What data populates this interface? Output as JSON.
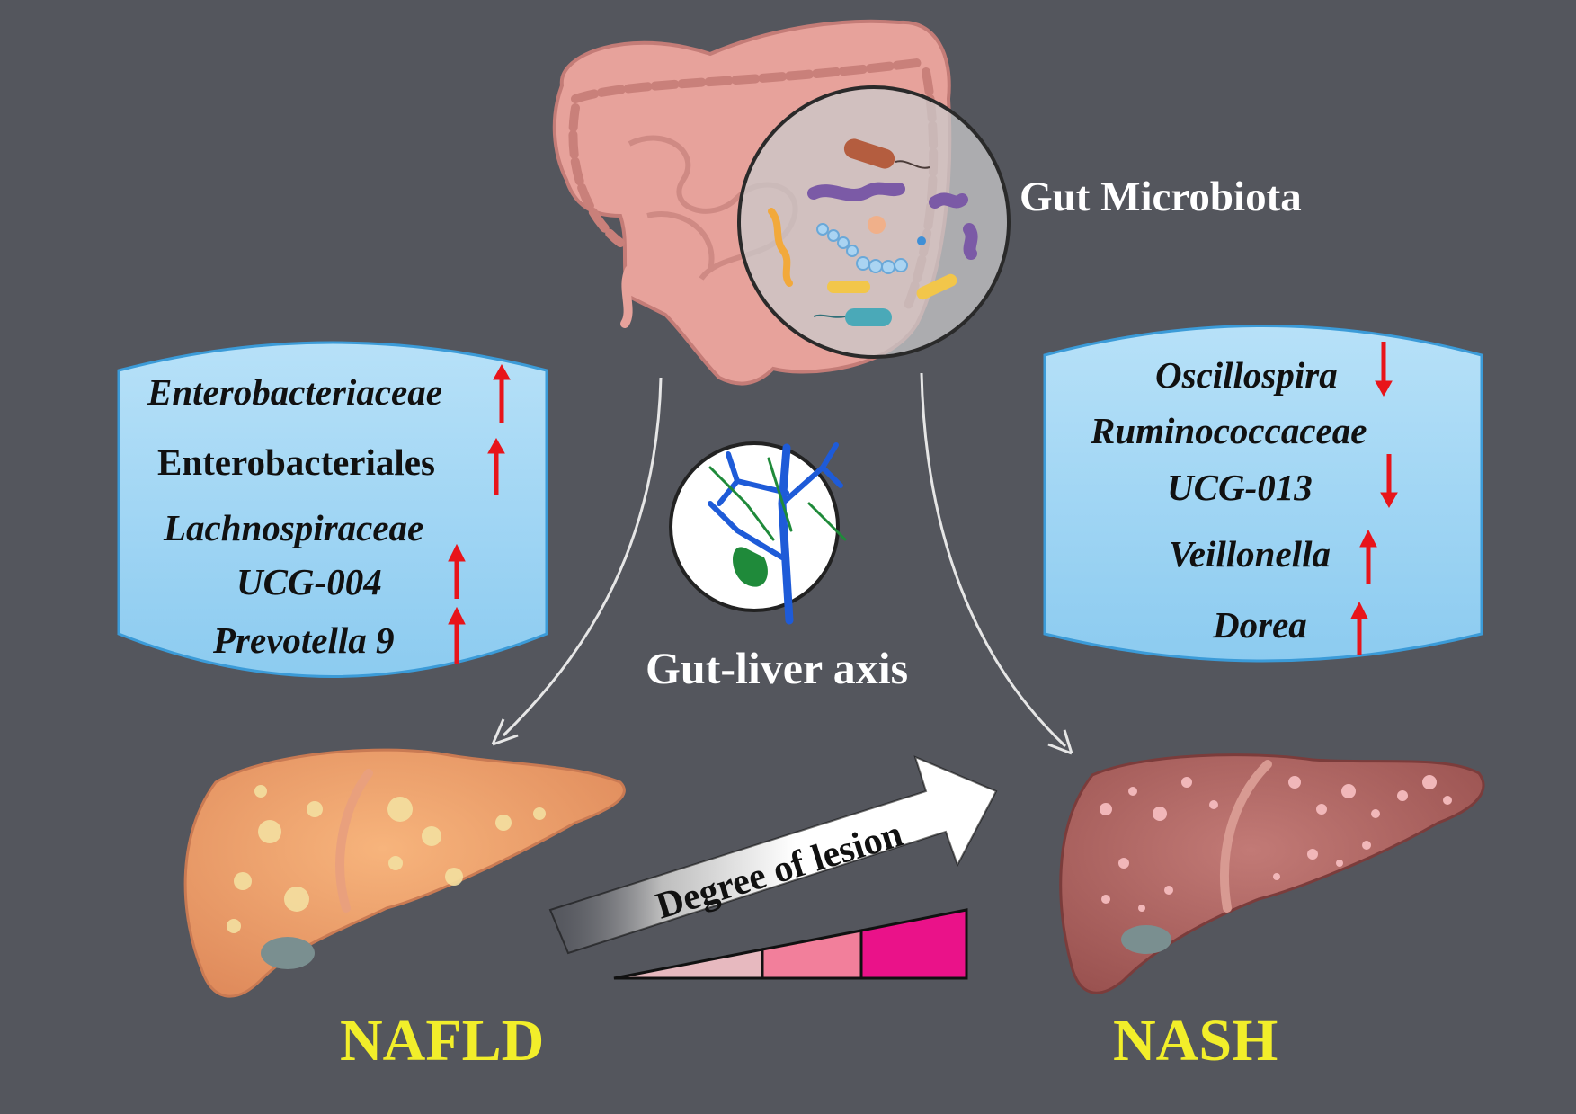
{
  "top": {
    "gut_microbiota_label": "Gut Microbiota"
  },
  "center": {
    "axis_label": "Gut-liver axis",
    "degree_label": "Degree of lesion"
  },
  "left_panel": {
    "items": [
      {
        "label": "Enterobacteriaceae",
        "italic": true,
        "trend": "up"
      },
      {
        "label": "Enterobacteriales",
        "italic": false,
        "trend": "up"
      },
      {
        "label": "Lachnospiraceae",
        "italic": true,
        "trend": ""
      },
      {
        "label": "UCG-004",
        "italic": true,
        "trend": "up"
      },
      {
        "label": "Prevotella 9",
        "italic": true,
        "trend": "up"
      }
    ]
  },
  "right_panel": {
    "items": [
      {
        "label": "Oscillospira",
        "italic": true,
        "trend": "down"
      },
      {
        "label": "Ruminococcaceae",
        "italic": true,
        "trend": ""
      },
      {
        "label": "UCG-013",
        "italic": true,
        "trend": "down"
      },
      {
        "label": "Veillonella",
        "italic": true,
        "trend": "up"
      },
      {
        "label": "Dorea",
        "italic": true,
        "trend": "up"
      }
    ]
  },
  "bottom": {
    "left_label": "NAFLD",
    "right_label": "NASH"
  },
  "colors": {
    "background": "#54565d",
    "panel_fill": "#9fd3f3",
    "panel_edge": "#3b9bd8",
    "trend_arrow": "#e8141a",
    "stage_label": "#f2ee2a",
    "severity_low": "#e7b9bf",
    "severity_mid": "#f27f9b",
    "severity_high": "#ea1289"
  }
}
